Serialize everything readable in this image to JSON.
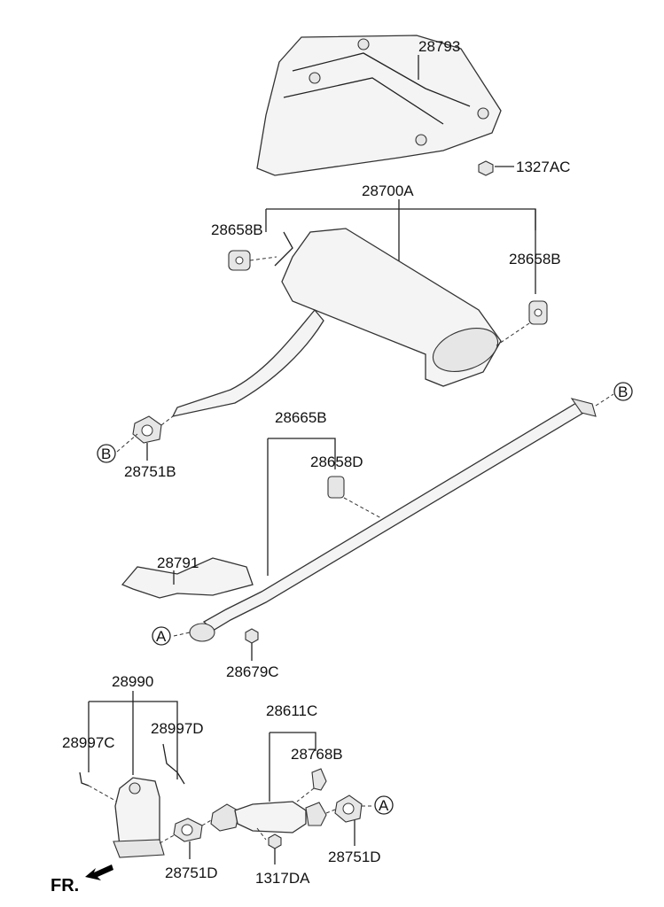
{
  "labels": {
    "heat_shield_rear": "28793",
    "nut_rear": "1327AC",
    "muffler_assy": "28700A",
    "hanger_left": "28658B",
    "hanger_right": "28658B",
    "gasket_b": "28751B",
    "center_pipe": "28665B",
    "hanger_center": "28658D",
    "heat_shield_center": "28791",
    "nut_center": "28679C",
    "catalytic_converter": "28990",
    "sensor_front": "28997C",
    "sensor_rear": "28997D",
    "front_pipe": "28611C",
    "front_hanger": "28768B",
    "gasket_d_left": "28751D",
    "gasket_d_right": "28751D",
    "nut_front": "1317DA"
  },
  "connectors": {
    "a": "A",
    "b": "B"
  },
  "direction": {
    "front_label": "FR.",
    "icon": "arrow-front-icon"
  }
}
